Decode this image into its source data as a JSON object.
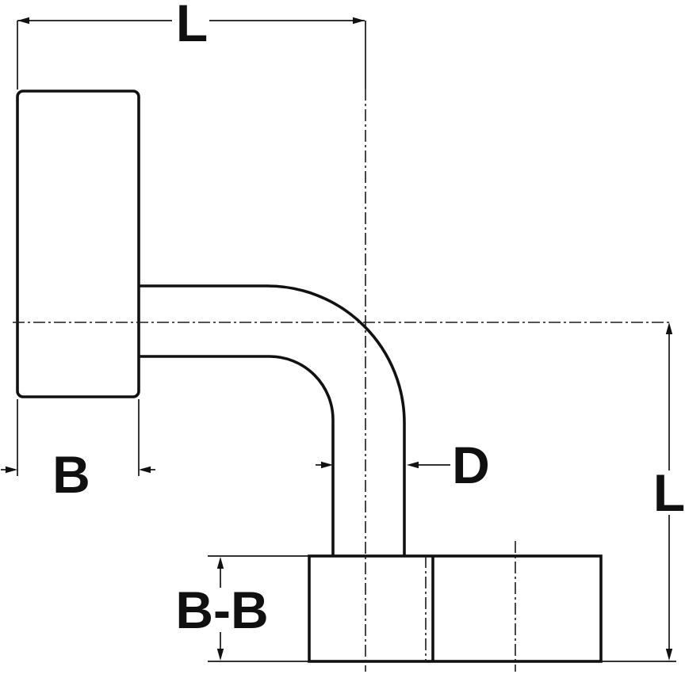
{
  "drawing": {
    "type": "technical-drawing",
    "subject": "90-degree elbow tube fitting with flange, side view and section view",
    "dimensions": {
      "top_length": {
        "label": "L"
      },
      "flange_width": {
        "label": "B"
      },
      "tube_diameter": {
        "label": "D"
      },
      "section": {
        "label": "B-B"
      },
      "right_length": {
        "label": "L"
      }
    },
    "colors": {
      "line": "#111111",
      "background": "#ffffff"
    }
  }
}
